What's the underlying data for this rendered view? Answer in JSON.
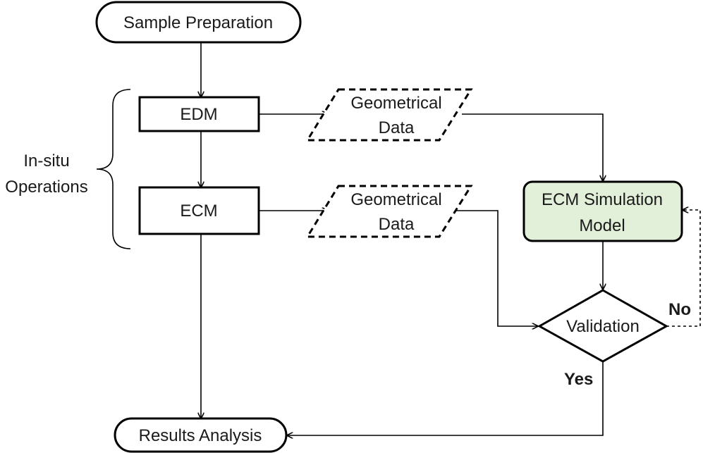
{
  "nodes": {
    "sample_preparation": "Sample Preparation",
    "edm": "EDM",
    "ecm": "ECM",
    "geo_data_1_line1": "Geometrical",
    "geo_data_1_line2": "Data",
    "geo_data_2_line1": "Geometrical",
    "geo_data_2_line2": "Data",
    "ecm_model_line1": "ECM Simulation",
    "ecm_model_line2": "Model",
    "validation": "Validation",
    "results_analysis": "Results Analysis"
  },
  "group": {
    "label_line1": "In-situ",
    "label_line2": "Operations"
  },
  "edges": {
    "no_label": "No",
    "yes_label": "Yes"
  },
  "colors": {
    "model_fill": "#e2efd9",
    "stroke": "#000000"
  }
}
